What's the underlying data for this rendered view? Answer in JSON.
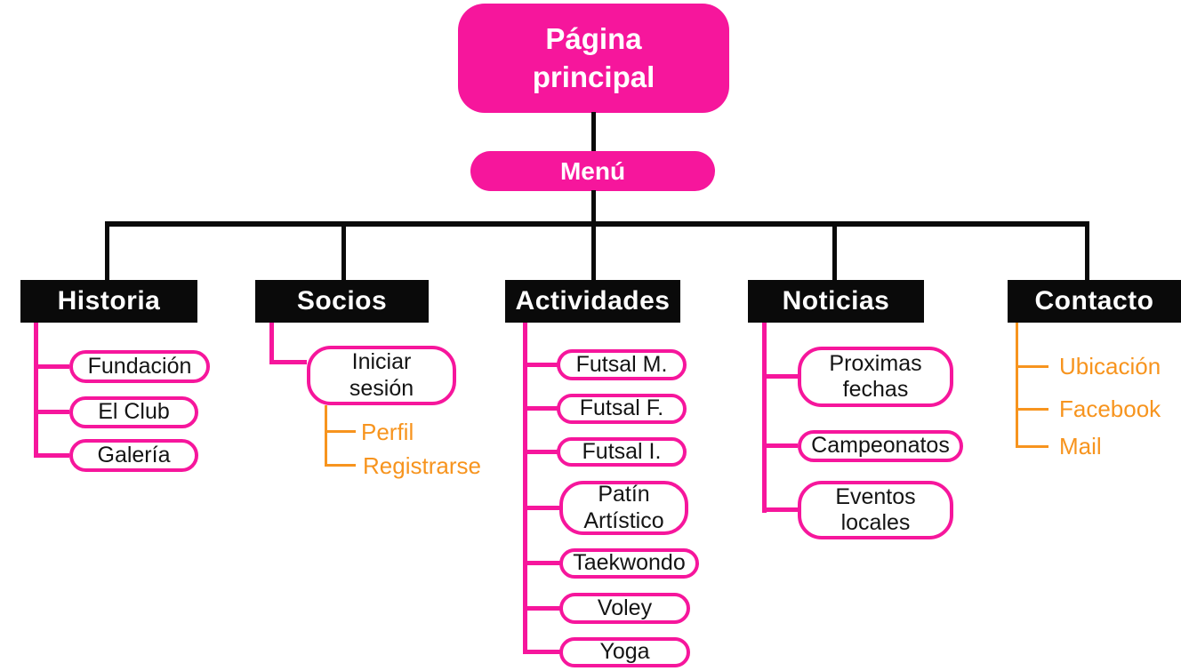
{
  "diagram": {
    "type": "sitemap-tree",
    "colors": {
      "pink": "#F6169C",
      "orange": "#F7941E",
      "black": "#0A0A0A",
      "white": "#FFFFFF"
    },
    "root": {
      "label": "Página principal"
    },
    "menu": {
      "label": "Menú"
    },
    "branches": [
      {
        "label": "Historia",
        "items": [
          "Fundación",
          "El Club",
          "Galería"
        ]
      },
      {
        "label": "Socios",
        "items": [
          "Iniciar sesión"
        ],
        "subitems": [
          "Perfil",
          "Registrarse"
        ]
      },
      {
        "label": "Actividades",
        "items": [
          "Futsal M.",
          "Futsal F.",
          "Futsal I.",
          "Patín Artístico",
          "Taekwondo",
          "Voley",
          "Yoga"
        ]
      },
      {
        "label": "Noticias",
        "items": [
          "Proximas fechas",
          "Campeonatos",
          "Eventos locales"
        ]
      },
      {
        "label": "Contacto",
        "links": [
          "Ubicación",
          "Facebook",
          "Mail"
        ]
      }
    ]
  }
}
